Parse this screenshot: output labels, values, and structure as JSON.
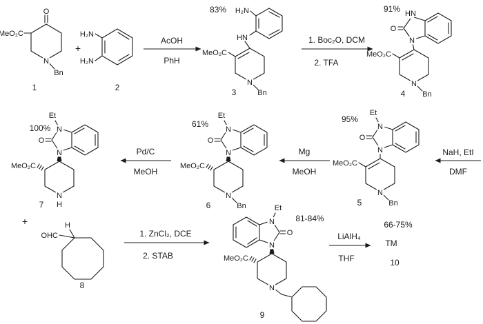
{
  "background": "#ffffff",
  "ink": "#1a1a1a",
  "compounds": {
    "c1": {
      "ester": "MeO₂C",
      "o": "O",
      "n": "N",
      "bn": "Bn",
      "num": "1"
    },
    "c2": {
      "nh2_top": "H₂N",
      "nh2_bottom": "H₂N",
      "num": "2"
    },
    "c3": {
      "yield": "83%",
      "nh2": "H₂N",
      "nh": "HN",
      "ester": "MeO₂C",
      "n": "N",
      "bn": "Bn",
      "num": "3"
    },
    "c4": {
      "yield": "91%",
      "hn": "HN",
      "o": "O",
      "n3": "N",
      "ester": "MeO₂C",
      "n": "N",
      "bn": "Bn",
      "num": "4"
    },
    "c5": {
      "yield": "95%",
      "et": "Et",
      "n1": "N",
      "o": "O",
      "n3": "N",
      "ester": "MeO₂C",
      "n": "N",
      "bn": "Bn",
      "num": "5"
    },
    "c6": {
      "yield": "61%",
      "et": "Et",
      "n1": "N",
      "o": "O",
      "n3": "N",
      "ester": "MeO₂C",
      "n": "N",
      "bn": "Bn",
      "num": "6"
    },
    "c7": {
      "yield": "100%",
      "et": "Et",
      "n1": "N",
      "o": "O",
      "n3": "N",
      "ester": "MeO₂C",
      "n": "N",
      "h": "H",
      "num": "7"
    },
    "c8": {
      "cho": "OHC",
      "h": "H",
      "num": "8"
    },
    "c9": {
      "yield": "81-84%",
      "et": "Et",
      "n1": "N",
      "o": "O",
      "n3": "N",
      "ester": "MeO₂C",
      "n": "N",
      "num": "9"
    },
    "c10": {
      "yield": "66-75%",
      "tm": "TM",
      "num": "10"
    }
  },
  "operators": {
    "plus1": "+",
    "plus2": "+"
  },
  "steps": {
    "s1": {
      "above": "AcOH",
      "below": "PhH"
    },
    "s2": {
      "above": "1. Boc₂O, DCM",
      "below": "2. TFA"
    },
    "s3": {
      "above": "NaH, EtI",
      "below": "DMF"
    },
    "s4": {
      "above": "Mg",
      "below": "MeOH"
    },
    "s5": {
      "above": "Pd/C",
      "below": "MeOH"
    },
    "s6": {
      "above": "1. ZnCl₂, DCE",
      "below": "2. STAB"
    },
    "s7": {
      "above": "LiAlH₄",
      "below": "THF"
    }
  }
}
